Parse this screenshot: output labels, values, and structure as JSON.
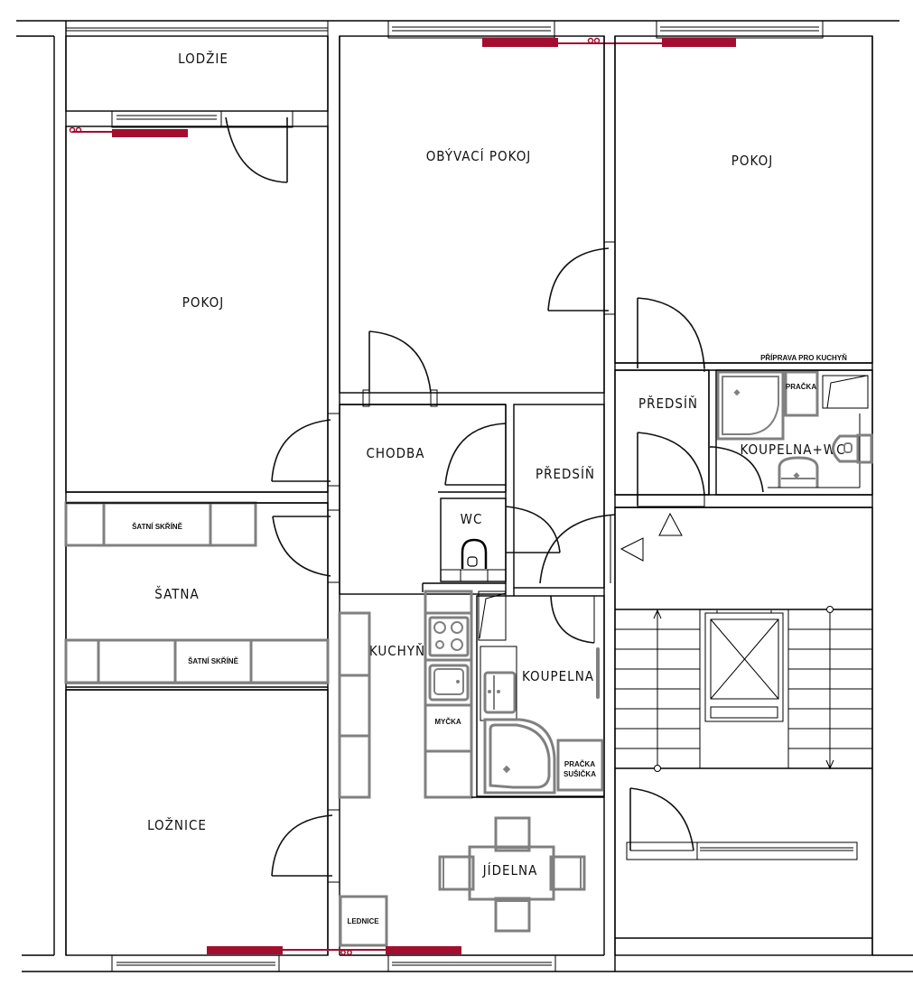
{
  "plan": {
    "rooms": {
      "lodzie": "LODŽIE",
      "pokoj_left": "POKOJ",
      "obyvaci_pokoj": "OBÝVACÍ POKOJ",
      "pokoj_right": "POKOJ",
      "chodba": "CHODBA",
      "predsin_center": "PŘEDSÍŇ",
      "predsin_right": "PŘEDSÍŇ",
      "wc": "WC",
      "satna": "ŠATNA",
      "kuchyn": "KUCHYŇ",
      "koupelna": "KOUPELNA",
      "koupelna_wc": "KOUPELNA+WC",
      "loznice": "LOŽNICE",
      "jidelna": "JÍDELNA"
    },
    "fixtures": {
      "satni_skrine_top": "ŠATNÍ SKŘÍNĚ",
      "satni_skrine_bottom": "ŠATNÍ SKŘÍNĚ",
      "pracka_right": "PRAČKA",
      "priprava_pro_kuchyn": "PŘÍPRAVA PRO KUCHYŇ",
      "mycka": "MYČKA",
      "pracka_susicka_1": "PRAČKA",
      "pracka_susicka_2": "SUŠIČKA",
      "lednice": "LEDNICE"
    },
    "colors": {
      "walls": "#000000",
      "furniture": "#808080",
      "radiator": "#a30d2f",
      "background": "#ffffff"
    }
  }
}
